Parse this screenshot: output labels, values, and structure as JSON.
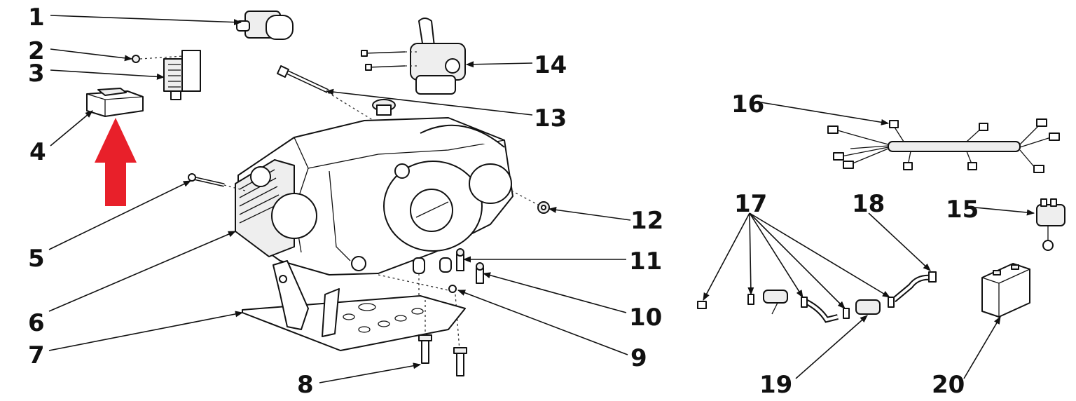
{
  "accent_arrow_color": "#e8202a",
  "labels": [
    {
      "id": "1",
      "text": "1"
    },
    {
      "id": "2",
      "text": "2"
    },
    {
      "id": "3",
      "text": "3"
    },
    {
      "id": "4",
      "text": "4"
    },
    {
      "id": "5",
      "text": "5"
    },
    {
      "id": "6",
      "text": "6"
    },
    {
      "id": "7",
      "text": "7"
    },
    {
      "id": "8",
      "text": "8"
    },
    {
      "id": "9",
      "text": "9"
    },
    {
      "id": "10",
      "text": "10"
    },
    {
      "id": "11",
      "text": "11"
    },
    {
      "id": "12",
      "text": "12"
    },
    {
      "id": "13",
      "text": "13"
    },
    {
      "id": "14",
      "text": "14"
    },
    {
      "id": "15",
      "text": "15"
    },
    {
      "id": "16",
      "text": "16"
    },
    {
      "id": "17",
      "text": "17"
    },
    {
      "id": "18",
      "text": "18"
    },
    {
      "id": "19",
      "text": "19"
    },
    {
      "id": "20",
      "text": "20"
    }
  ]
}
